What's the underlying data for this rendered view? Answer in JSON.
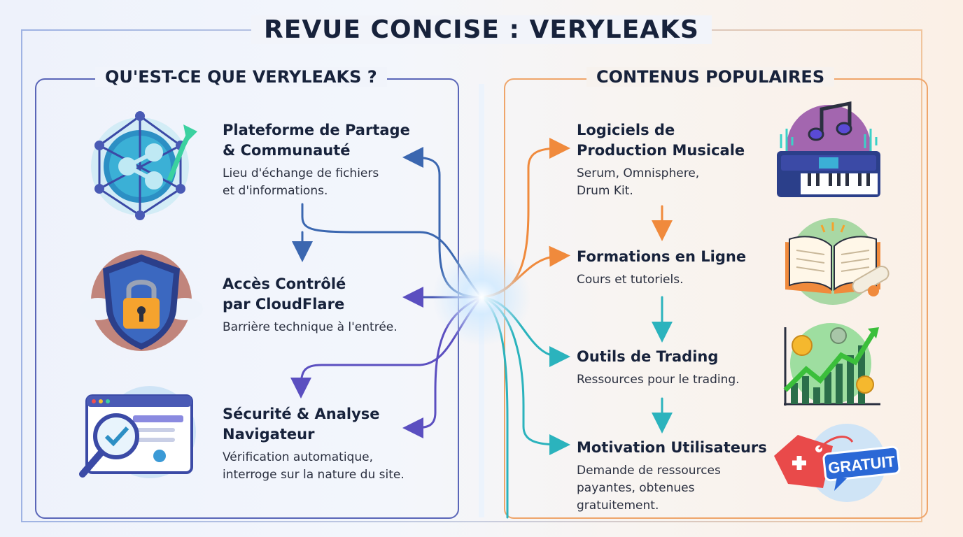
{
  "title": "REVUE CONCISE : VERYLEAKS",
  "left_panel": {
    "title": "QU'EST-CE QUE VERYLEAKS ?",
    "items": [
      {
        "heading": "Plateforme de Partage\n& Communauté",
        "desc": "Lieu d'échange de fichiers\net d'informations.",
        "icon": "network-share-icon"
      },
      {
        "heading": "Accès Contrôlé\npar CloudFlare",
        "desc": "Barrière technique à l'entrée.",
        "icon": "shield-lock-icon"
      },
      {
        "heading": "Sécurité & Analyse\nNavigateur",
        "desc": "Vérification automatique,\ninterroge sur la nature du site.",
        "icon": "browser-check-icon"
      }
    ]
  },
  "right_panel": {
    "title": "CONTENUS POPULAIRES",
    "items": [
      {
        "heading": "Logiciels de\nProduction Musicale",
        "desc": "Serum, Omnisphere,\nDrum Kit.",
        "icon": "music-keyboard-icon"
      },
      {
        "heading": "Formations en Ligne",
        "desc": "Cours et tutoriels.",
        "icon": "book-diploma-icon"
      },
      {
        "heading": "Outils de Trading",
        "desc": "Ressources pour le trading.",
        "icon": "trading-chart-icon"
      },
      {
        "heading": "Motivation Utilisateurs",
        "desc": "Demande de ressources\npayantes, obtenues\ngratuitement.",
        "icon": "free-tag-icon",
        "tag_label": "GRATUIT"
      }
    ]
  },
  "colors": {
    "left_accent": "#4a5ab5",
    "right_accent": "#f08a3c",
    "teal": "#2bb3bd"
  }
}
